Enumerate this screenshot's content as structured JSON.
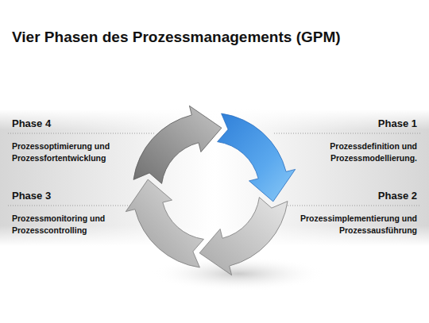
{
  "diagram": {
    "title": "Vier Phasen des Prozessmanagements (GPM)",
    "labels": [
      "Phase 4",
      "Prozessoptimierung und Prozessfortentwicklung",
      "Phase 1",
      "Prozessdefinition und Prozessmodellierung.",
      "Phase 3",
      "Prozessmonitoring und Prozesscontrolling",
      "Phase 2",
      "Prozessimplementierung und Prozessausführung"
    ]
  }
}
